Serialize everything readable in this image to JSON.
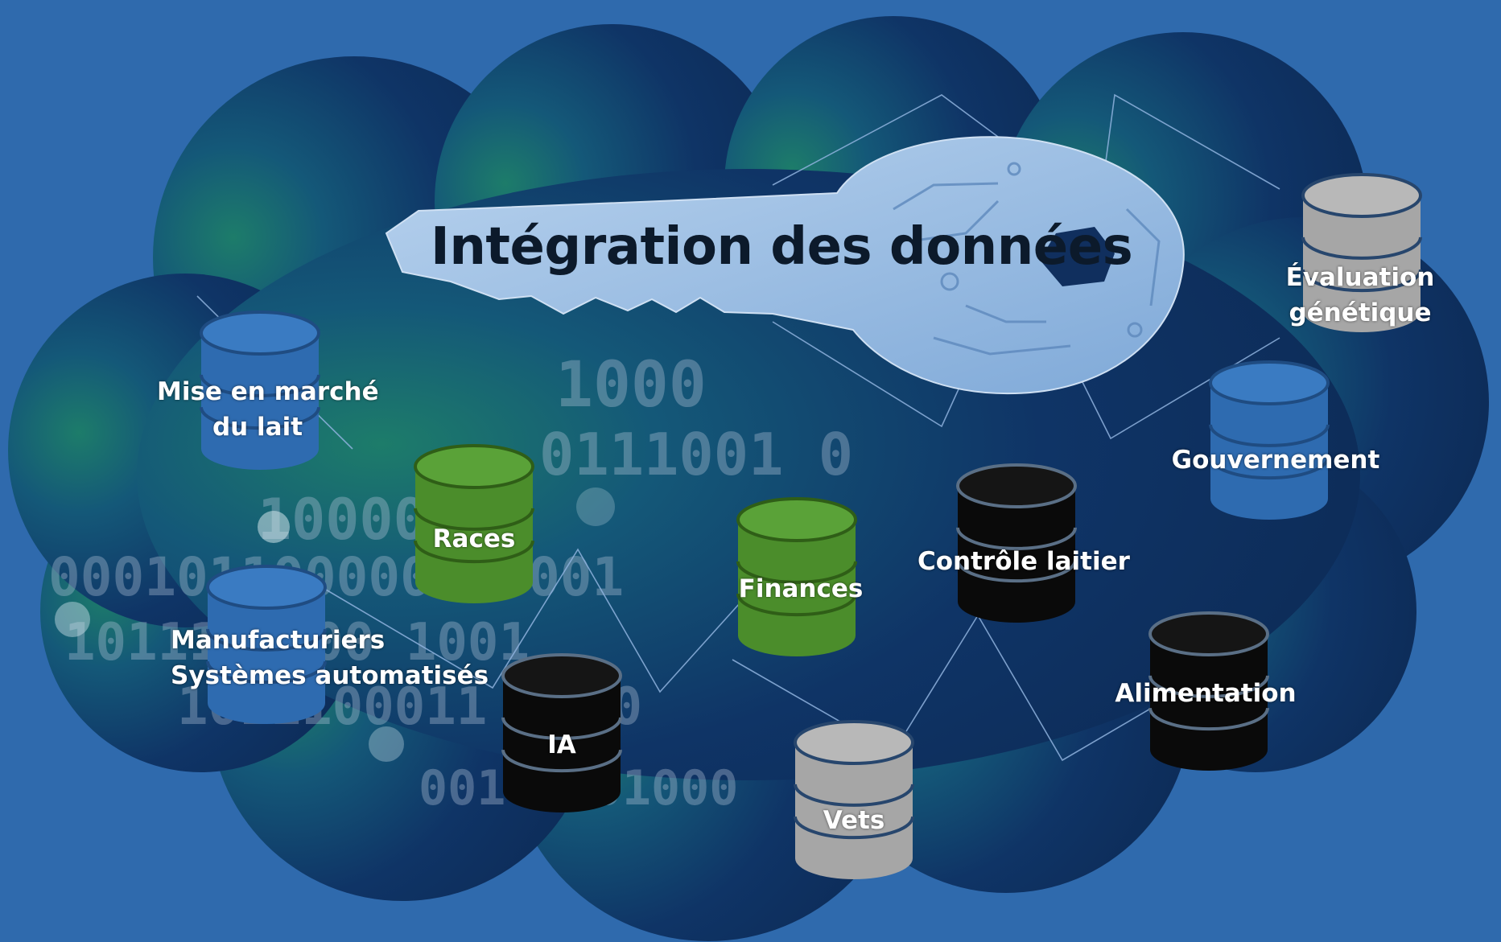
{
  "title": "Intégration des données",
  "colors": {
    "background": "#2f6aad",
    "cloud": "#0f3166",
    "green_db": "#4b8d2b",
    "black_db": "#0a0a0a",
    "gray_db": "#a6a6a6",
    "blue_db": "#2e6bb0"
  },
  "binary_text": {
    "row1": "1000",
    "row2": "0111001 0",
    "row3": "100000",
    "row4": "000101100000100001",
    "row5": "1011110000 1001",
    "row6": "1011100011 0110",
    "row7": "00101001000"
  },
  "nodes": {
    "mise_en_marche": {
      "line1": "Mise en marché",
      "line2": "du lait",
      "color": "blue"
    },
    "races": {
      "label": "Races",
      "color": "green"
    },
    "finances": {
      "label": "Finances",
      "color": "green"
    },
    "controle_laitier": {
      "label": "Contrôle laitier",
      "color": "black"
    },
    "evaluation_genetique": {
      "line1": "Évaluation",
      "line2": "génétique",
      "color": "gray"
    },
    "gouvernement": {
      "label": "Gouvernement",
      "color": "blue"
    },
    "manufacturiers": {
      "line1": "Manufacturiers",
      "line2": "Systèmes automatisés",
      "color": "blue"
    },
    "ia": {
      "label": "IA",
      "color": "black"
    },
    "vets": {
      "label": "Vets",
      "color": "gray"
    },
    "alimentation": {
      "label": "Alimentation",
      "color": "black"
    }
  }
}
